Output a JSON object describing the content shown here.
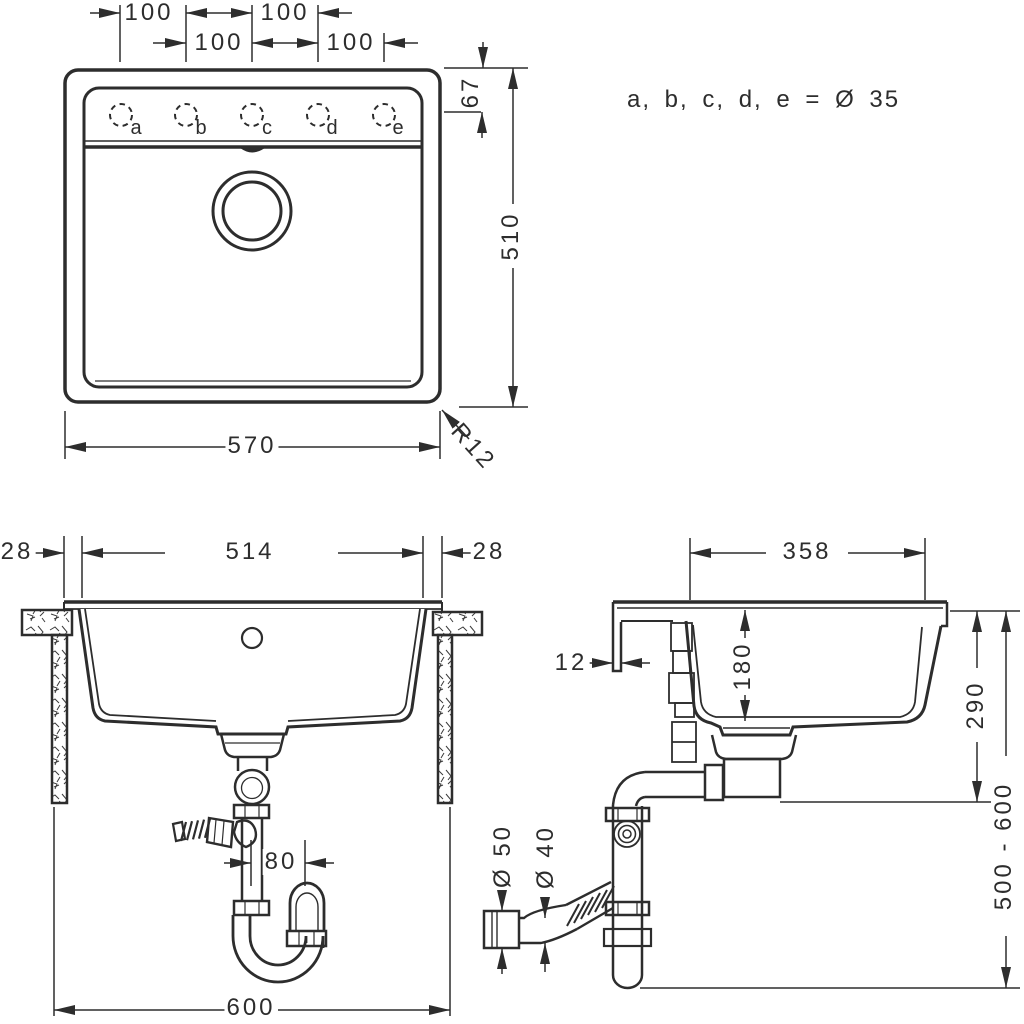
{
  "colors": {
    "line": "#2d2d2d",
    "background": "#ffffff"
  },
  "note": "a, b, c, d, e = Ø 35",
  "top_view": {
    "hole_labels": [
      "a",
      "b",
      "c",
      "d",
      "e"
    ],
    "dims": {
      "spacing_ab": "100",
      "spacing_cd": "100",
      "spacing_bc": "100",
      "spacing_de": "100",
      "hole_offset": "67",
      "depth": "510",
      "width": "570",
      "corner_radius": "R12"
    }
  },
  "front_view": {
    "dims": {
      "overhang_left": "28",
      "cutout_width": "514",
      "overhang_right": "28",
      "trap_offset": "80",
      "cabinet_width": "600"
    }
  },
  "side_view": {
    "dims": {
      "bowl_length": "358",
      "apron_thickness": "12",
      "bowl_depth": "180",
      "trap_height": "290",
      "install_height": "500 - 600",
      "outlet_large": "Ø 50",
      "outlet_small": "Ø 40"
    }
  }
}
